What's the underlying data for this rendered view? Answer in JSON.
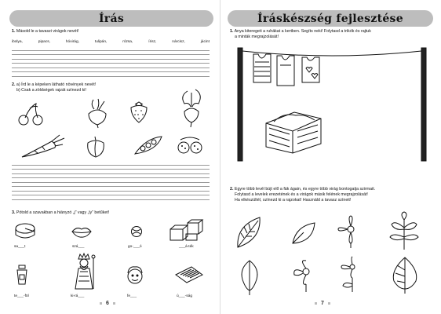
{
  "left": {
    "title": "Írás",
    "task1": {
      "num": "1.",
      "text": "Másold le a tavaszi virágok nevét!"
    },
    "flowers": [
      "ibolya,",
      "pipacs,",
      "hóvirág,",
      "tulipán,",
      "rózsa,",
      "írisz,",
      "nárcisz,",
      "jácint"
    ],
    "task2": {
      "num": "2.",
      "line1": "a) Írd le a képeken látható növények nevét!",
      "line2": "b) Csak a zöldségek rajzát színezd ki!"
    },
    "task3": {
      "num": "3.",
      "text": "Pótold a szavakban a hiányzó „j” vagy „ly” betűket!"
    },
    "blanks_row1": [
      "sa___t",
      "szá___",
      "go-___ó",
      "___á-ték"
    ],
    "blanks_row2": [
      "te___-föl",
      "ki-rá___",
      "fe___",
      "ú___-ság"
    ],
    "page_number": "6"
  },
  "right": {
    "title": "Íráskészség fejlesztése",
    "task1": {
      "num": "1.",
      "line1": "Anya kiteregeti a ruhákat a kertben. Segíts neki! Folytasd a trikók és rajtuk",
      "line2": "a minták megrajzolását!"
    },
    "task2": {
      "num": "2.",
      "line1": "Egyre több levél bújt elő a fák ágain, és egyre több virág bontogatja szirmait.",
      "line2": "Folytasd a levelek erezetének és a virágok másik felének megrajzolását!",
      "line3": "Ha elkészültél, színezd ki a rajzokat! Használd a tavasz színeit!"
    },
    "page_number": "7"
  },
  "icons": [
    "cherries-icon",
    "beet-icon",
    "strawberry-icon",
    "radish-icon",
    "carrot-icon",
    "pepper-icon",
    "peapod-icon",
    "raspberry-icon",
    "cheese-icon",
    "lips-icon",
    "ball-icon",
    "toy-blocks-icon",
    "yogurt-icon",
    "king-icon",
    "child-face-icon",
    "newspaper-icon",
    "clothesline-icon",
    "laundry-basket-icon",
    "leaf-icon",
    "flower-icon"
  ],
  "colors": {
    "title_bar": "#bdbdbd",
    "ink": "#111111",
    "rule_line": "#999999"
  }
}
